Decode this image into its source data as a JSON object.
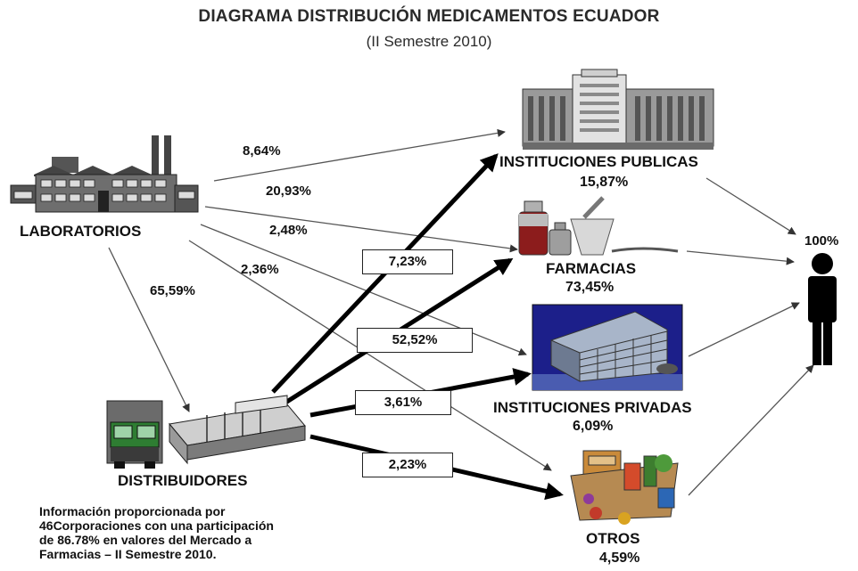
{
  "title": "DIAGRAMA DISTRIBUCIÓN MEDICAMENTOS ECUADOR",
  "subtitle": "(II Semestre 2010)",
  "nodes": {
    "laboratorios": "LABORATORIOS",
    "distribuidores": "DISTRIBUIDORES",
    "instituciones_publicas": {
      "label": "INSTITUCIONES PUBLICAS",
      "pct": "15,87%"
    },
    "farmacias": {
      "label": "FARMACIAS",
      "pct": "73,45%"
    },
    "instituciones_privadas": {
      "label": "INSTITUCIONES PRIVADAS",
      "pct": "6,09%"
    },
    "otros": {
      "label": "OTROS",
      "pct": "4,59%"
    },
    "consumidor": {
      "pct": "100%"
    }
  },
  "flows": {
    "lab_publicas": "8,64%",
    "lab_farmacias": "20,93%",
    "lab_privadas": "2,48%",
    "lab_otros": "2,36%",
    "lab_distribuidores": "65,59%",
    "dist_publicas": "7,23%",
    "dist_farmacias": "52,52%",
    "dist_privadas": "3,61%",
    "dist_otros": "2,23%"
  },
  "note": {
    "line1": "Información proporcionada por",
    "line2": "46Corporaciones con una participación",
    "line3": "de 86.78% en valores del Mercado a",
    "line4": "Farmacias – II Semestre 2010."
  },
  "icons": [
    "factory-icon",
    "truck-icon",
    "warehouse-icon",
    "hospital-building-icon",
    "pharmacy-bottles-icon",
    "office-building-icon",
    "grocery-basket-icon",
    "person-icon"
  ]
}
